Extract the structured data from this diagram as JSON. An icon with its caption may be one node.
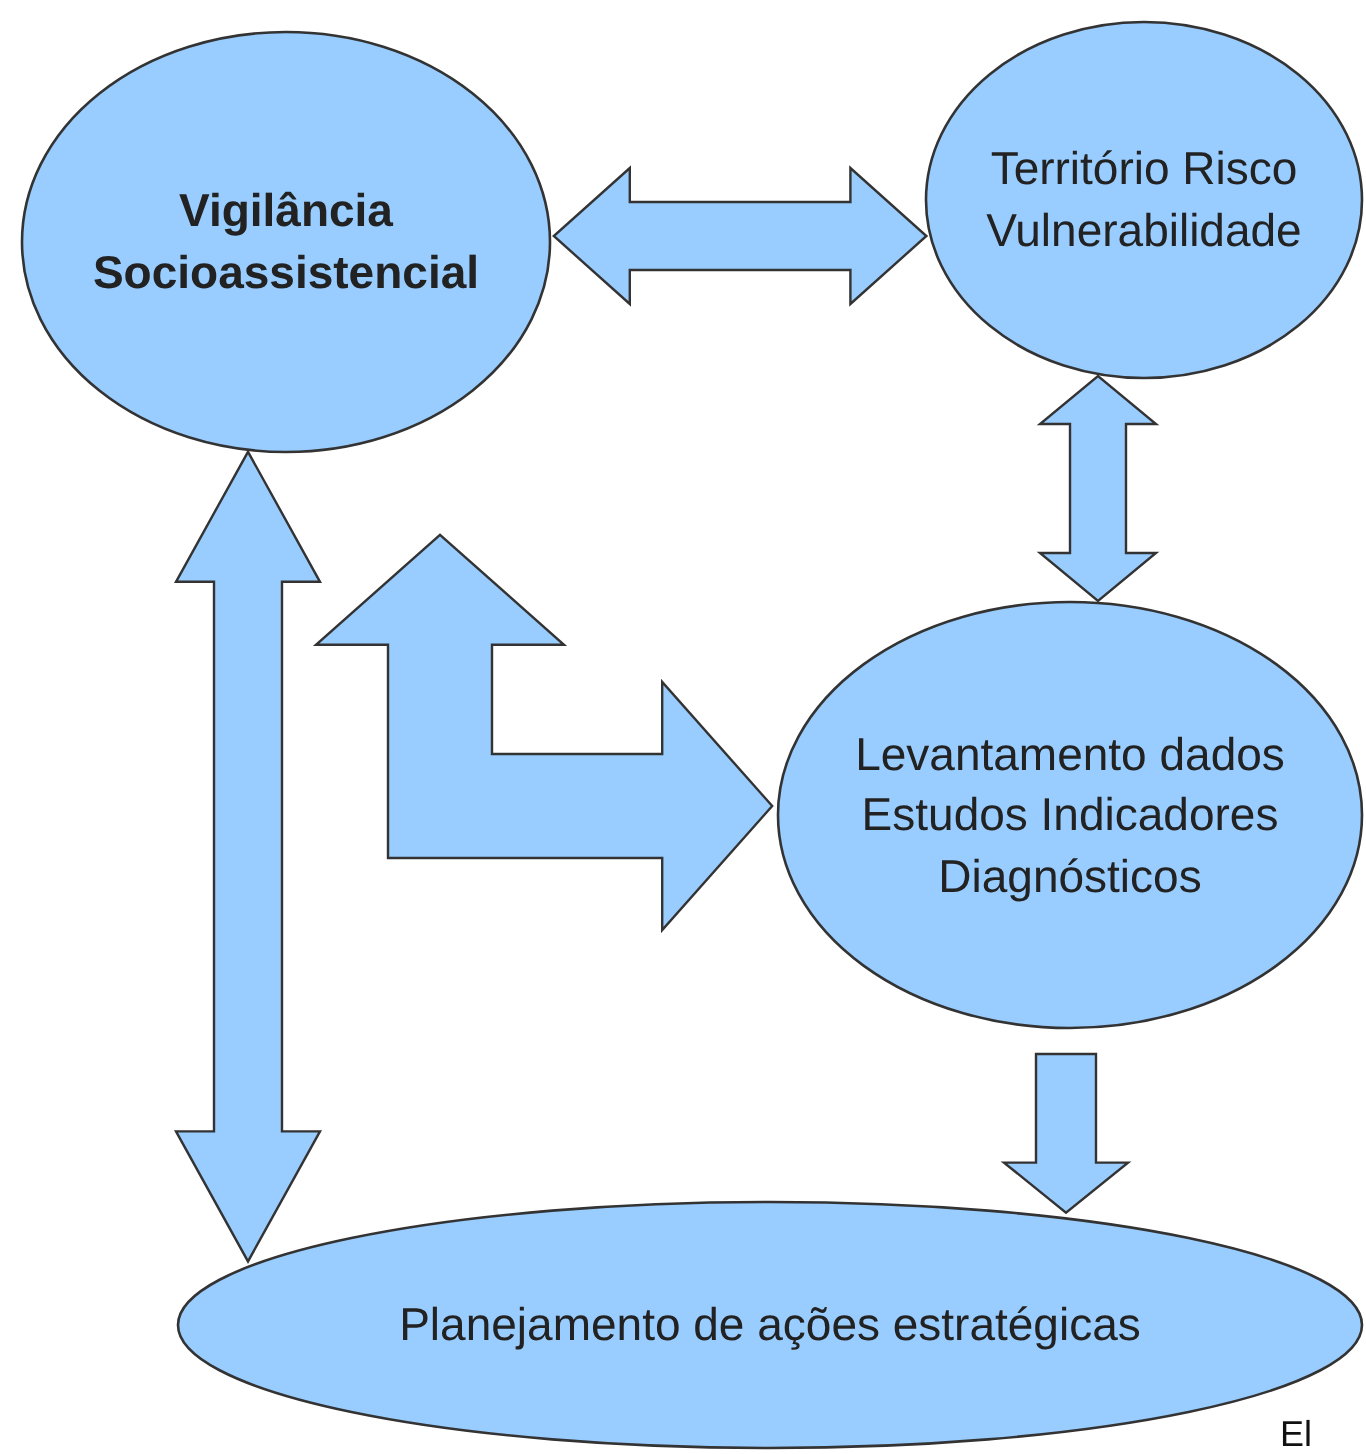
{
  "diagram": {
    "nodes": [
      {
        "text": [
          "Vigilância Socioassistencial"
        ]
      },
      {
        "text": [
          "Território Risco Vulnerabilidade"
        ]
      },
      {
        "text": [
          "Levantamento dados Estudos Indicadores Diagnósticos"
        ]
      },
      {
        "text": [
          "Planejamento de ações estratégicas"
        ]
      }
    ],
    "edges": [
      {
        "from": 0,
        "to": 1,
        "arrow": "both"
      },
      {
        "from": 1,
        "to": 2,
        "arrow": "both"
      },
      {
        "from": 0,
        "to": 3,
        "arrow": "both"
      },
      {
        "from": 0,
        "to": 2,
        "arrow": "both"
      },
      {
        "from": 2,
        "to": 3,
        "arrow": "to"
      }
    ],
    "labels": [
      "El"
    ]
  }
}
